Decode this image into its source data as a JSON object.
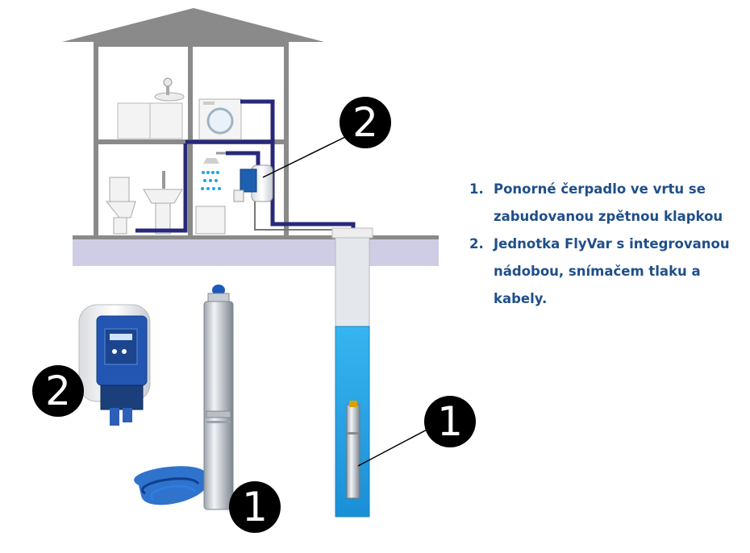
{
  "legend": {
    "items": [
      {
        "number": "1.",
        "text": "Ponorné čerpadlo ve vrtu se zabudovanou zpětnou klapkou"
      },
      {
        "number": "2.",
        "text": "Jednotka FlyVar s integrovanou nádobou, snímačem tlaku a kabely."
      }
    ]
  },
  "callouts": {
    "house_unit": "2",
    "well_pump": "1",
    "product_unit": "2",
    "product_pump": "1"
  },
  "colors": {
    "pipe": "#28287a",
    "water": "#1fa3e6",
    "text": "#1f4f8a",
    "ground": "#cfcde6",
    "wall": "#7f7f7f",
    "badge": "#000000"
  }
}
